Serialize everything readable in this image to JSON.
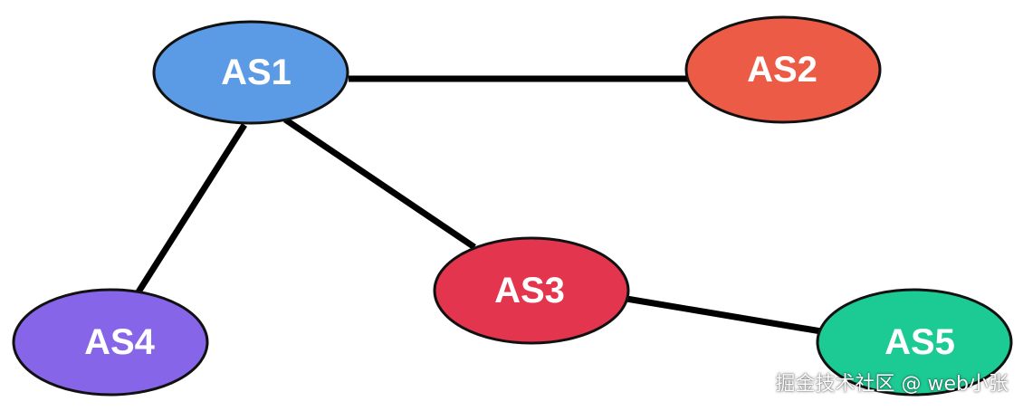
{
  "nodes": [
    {
      "id": "as1",
      "label": "AS1",
      "color": "#5b9be6"
    },
    {
      "id": "as2",
      "label": "AS2",
      "color": "#ec5b45"
    },
    {
      "id": "as3",
      "label": "AS3",
      "color": "#e3354e"
    },
    {
      "id": "as4",
      "label": "AS4",
      "color": "#8765e8"
    },
    {
      "id": "as5",
      "label": "AS5",
      "color": "#1ccb93"
    }
  ],
  "edges": [
    {
      "from": "as1",
      "to": "as2"
    },
    {
      "from": "as1",
      "to": "as3"
    },
    {
      "from": "as1",
      "to": "as4"
    },
    {
      "from": "as3",
      "to": "as5"
    }
  ],
  "colors": {
    "edge": "#000000",
    "outline": "#111111",
    "label": "#ffffff"
  },
  "watermark": "掘金技术社区 @ web小张"
}
